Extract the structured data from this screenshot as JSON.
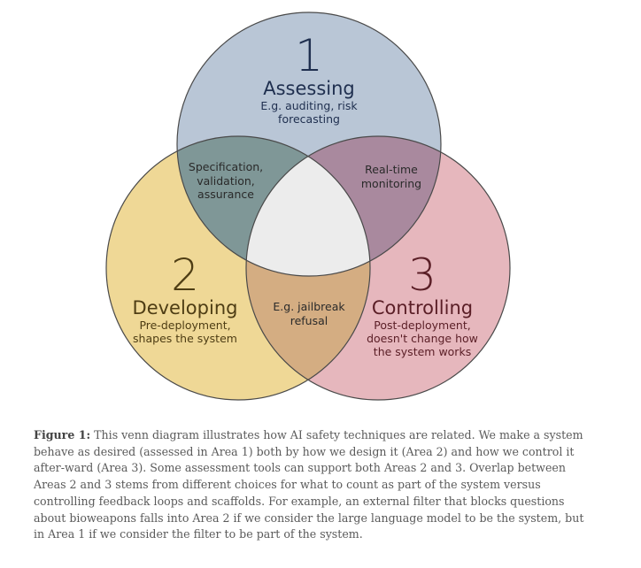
{
  "colors": {
    "area1": "#b9c6d6",
    "area2": "#efd896",
    "area3": "#e6b7bd",
    "overlap12": "#7f9797",
    "overlap13": "#a9899e",
    "overlap23": "#d4ad82",
    "center": "#ececec",
    "outline": "#4a4a4a",
    "text1": "#1f2f4f",
    "text2": "#4e3d14",
    "text3": "#5a1e26"
  },
  "areas": {
    "assessing": {
      "number": "1",
      "title": "Assessing",
      "sub_line1": "E.g. auditing, risk",
      "sub_line2": "forecasting"
    },
    "developing": {
      "number": "2",
      "title": "Developing",
      "sub_line1": "Pre-deployment,",
      "sub_line2": "shapes the system"
    },
    "controlling": {
      "number": "3",
      "title": "Controlling",
      "sub_line1": "Post-deployment,",
      "sub_line2": "doesn't change how",
      "sub_line3": "the system works"
    }
  },
  "overlaps": {
    "one_two": {
      "line1": "Specification,",
      "line2": "validation,",
      "line3": "assurance"
    },
    "one_three": {
      "line1": "Real-time",
      "line2": "monitoring"
    },
    "two_three": {
      "line1": "E.g. jailbreak",
      "line2": "refusal"
    }
  },
  "caption": {
    "label": "Figure 1:",
    "text": "This venn diagram illustrates how AI safety techniques are related. We make a system behave as desired (assessed in Area 1) both by how we design it (Area 2) and how we control it after-ward (Area 3). Some assessment tools can support both Areas 2 and 3. Overlap between Areas 2 and 3 stems from different choices for what to count as part of the system versus controlling feedback loops and scaffolds. For example, an external filter that blocks questions about bioweapons falls into Area 2 if we consider the large language model to be the system, but in Area 1 if we consider the filter to be part of the system."
  }
}
